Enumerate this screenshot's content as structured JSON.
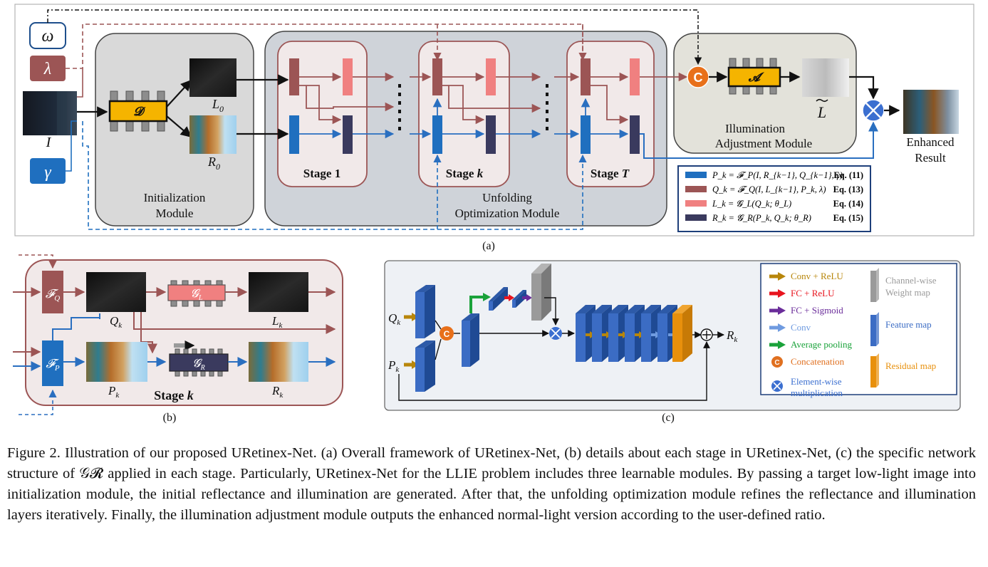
{
  "panel_a": {
    "tag": "(a)",
    "input_image": "I",
    "param_omega": "ω",
    "param_lambda": "λ",
    "param_gamma": "γ",
    "d_block": "𝓓",
    "a_block": "𝓐",
    "init_module": [
      "Initialization",
      "Module"
    ],
    "unfold_module": [
      "Unfolding",
      "Optimization Module"
    ],
    "adjust_module": [
      "Illumination",
      "Adjustment Module"
    ],
    "l0": "L",
    "l0_sub": "0",
    "r0": "R",
    "r0_sub": "0",
    "l_tilde": "L",
    "concat_symbol": "C",
    "stages": [
      {
        "prefix": "Stage",
        "index": "1"
      },
      {
        "prefix": "Stage",
        "index": "k"
      },
      {
        "prefix": "Stage",
        "index": "T"
      }
    ],
    "output": [
      "Enhanced",
      "Result"
    ],
    "legend": [
      {
        "color": "#1f6fbf",
        "formula": "P_k = 𝓕_P(I, R_{k−1}, Q_{k−1}, γ)",
        "eq": "Eq. (11)"
      },
      {
        "color": "#9c5555",
        "formula": "Q_k = 𝓕_Q(I, L_{k−1}, P_k, λ)",
        "eq": "Eq. (13)"
      },
      {
        "color": "#f08080",
        "formula": "L_k = 𝓖_L(Q_k; θ_L)",
        "eq": "Eq. (14)"
      },
      {
        "color": "#3a3a5e",
        "formula": "R_k = 𝓖_R(P_k, Q_k; θ_R)",
        "eq": "Eq. (15)"
      }
    ]
  },
  "panel_b": {
    "tag": "(b)",
    "fq": "𝓕",
    "fq_sub": "Q",
    "fp": "𝓕",
    "fp_sub": "P",
    "gl": "𝓖",
    "gl_sub": "L",
    "gr": "𝓖",
    "gr_sub": "R",
    "qk": "Q",
    "lk": "L",
    "pk": "P",
    "rk": "R",
    "k_sub": "k",
    "stage_prefix": "Stage",
    "stage_index": "k"
  },
  "panel_c": {
    "tag": "(c)",
    "q_in": "Q",
    "p_in": "P",
    "r_out": "R",
    "k_sub": "k",
    "concat_symbol": "C",
    "legend": [
      {
        "label": "Conv + ReLU",
        "color": "#b8860b"
      },
      {
        "label": "FC + ReLU",
        "color": "#e8141e"
      },
      {
        "label": "FC + Sigmoid",
        "color": "#6a2c9a"
      },
      {
        "label": "Conv",
        "color": "#6f9be0"
      },
      {
        "label": "Average pooling",
        "color": "#1aa23a"
      },
      {
        "label": "Concatenation",
        "color": "#e07020"
      },
      {
        "label": "Element-wise multiplication",
        "color": "#3b6fd0"
      }
    ],
    "legend_maps": [
      {
        "label": "Channel-wise Weight map",
        "color": "#9a9a9a"
      },
      {
        "label": "Feature map",
        "color": "#3b6cc4"
      },
      {
        "label": "Residual map",
        "color": "#e8900c"
      }
    ]
  },
  "caption": "Figure 2. Illustration of our proposed URetinex-Net. (a) Overall framework of URetinex-Net, (b) details about each stage in URetinex-Net, (c) the specific network structure of 𝒢𝓡 applied in each stage. Particularly, URetinex-Net for the LLIE problem includes three learnable modules. By passing a target low-light image into initialization module, the initial reflectance and illumination are generated. After that, the unfolding optimization module refines the reflectance and illumination layers iteratively. Finally, the illumination adjustment module outputs the enhanced normal-light version according to the user-defined ratio.",
  "colors": {
    "p_blue": "#1f6fbf",
    "q_maroon": "#9c5555",
    "l_pink": "#f08080",
    "r_navy": "#3a3a5e",
    "block_gold": "#f5b400",
    "concat_orange": "#e8701a"
  }
}
